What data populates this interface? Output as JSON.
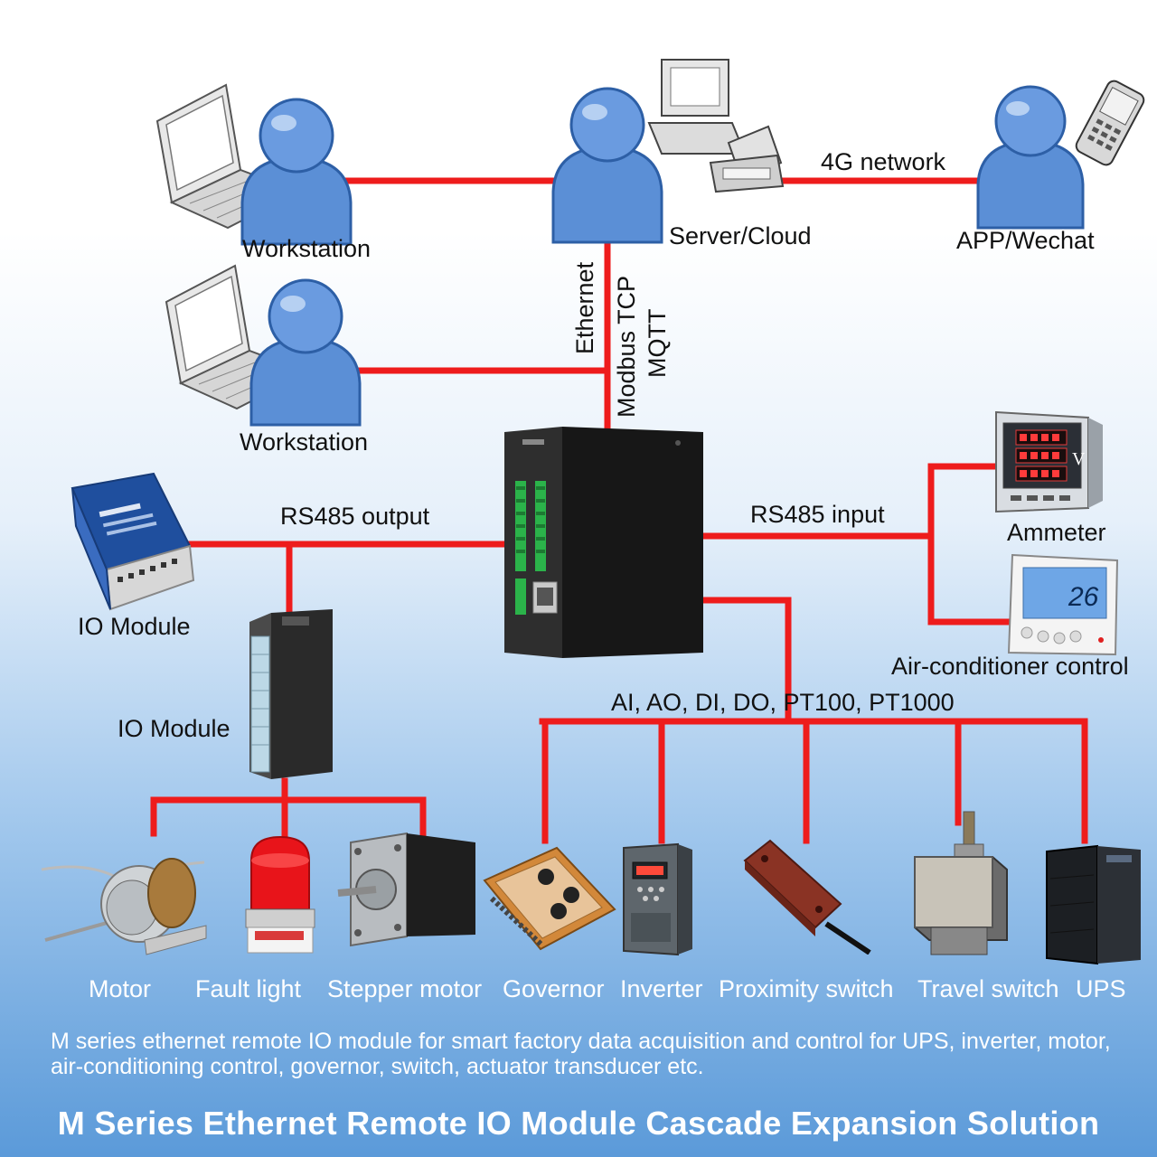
{
  "nodes": {
    "workstation_top": "Workstation",
    "workstation_mid": "Workstation",
    "server_cloud": "Server/Cloud",
    "app_wechat": "APP/Wechat",
    "io_module_dam": "IO Module",
    "io_module_plc": "IO Module",
    "ammeter": "Ammeter",
    "aircon": "Air-conditioner control"
  },
  "links": {
    "network_4g": "4G network",
    "ethernet": "Ethernet",
    "modbus_tcp": "Modbus TCP",
    "mqtt": "MQTT",
    "rs485_output": "RS485 output",
    "rs485_input": "RS485 input",
    "io_types": "AI, AO, DI, DO, PT100, PT1000"
  },
  "devices": [
    "Motor",
    "Fault light",
    "Stepper motor",
    "Governor",
    "Inverter",
    "Proximity switch",
    "Travel switch",
    "UPS"
  ],
  "ammeter_unit": "V",
  "aircon_display": "26",
  "footnote": "M series ethernet remote IO module for smart factory data acquisition and control for UPS, inverter, motor, air-conditioning control, governor, switch, actuator transducer etc.",
  "title": "M Series Ethernet Remote IO Module Cascade Expansion Solution",
  "colors": {
    "wire": "#ee1c1c",
    "person": "#5b8fd6",
    "module_body": "#222222",
    "terminal": "#2bb34a"
  }
}
